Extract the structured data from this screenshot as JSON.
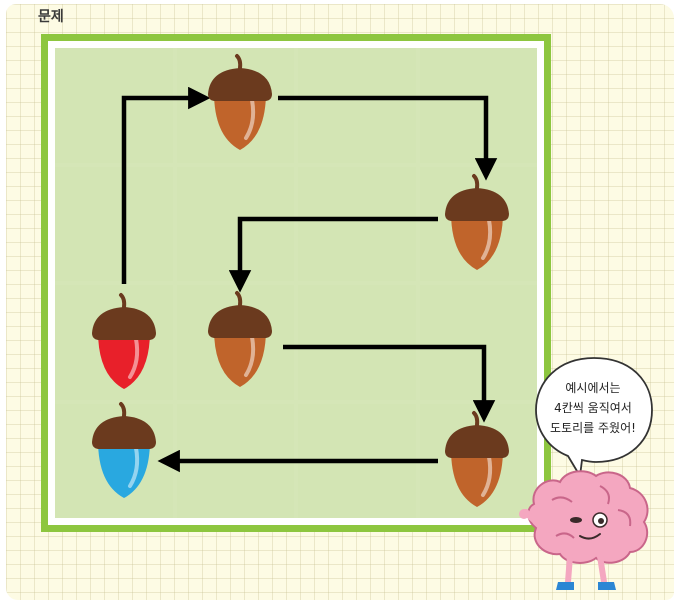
{
  "title": "문제",
  "speech": {
    "lines": [
      "예시에서는",
      "4칸씩 움직여서",
      "도토리를 주웠어!"
    ]
  },
  "grid": {
    "rows": 4,
    "cols": 4
  },
  "colors": {
    "frame": "#8dc63f",
    "cell": "#d3e5b4",
    "acorn_brown": "#c0642b",
    "acorn_red": "#e8202a",
    "acorn_blue": "#29a8e0",
    "cap": "#6b3a1e",
    "arrow": "#000000",
    "brain": "#f4a7c0"
  },
  "acorns": [
    {
      "name": "acorn-red-start",
      "row": 2,
      "col": 0,
      "color": "red"
    },
    {
      "name": "acorn-1",
      "row": 0,
      "col": 1,
      "color": "brown"
    },
    {
      "name": "acorn-2",
      "row": 1,
      "col": 3,
      "color": "brown"
    },
    {
      "name": "acorn-3",
      "row": 2,
      "col": 1,
      "color": "brown"
    },
    {
      "name": "acorn-4",
      "row": 3,
      "col": 3,
      "color": "brown"
    },
    {
      "name": "acorn-blue-end",
      "row": 3,
      "col": 0,
      "color": "blue"
    }
  ],
  "icons": [
    "acorn-icon",
    "path-arrow-icon",
    "brain-character-icon",
    "speech-bubble-icon"
  ]
}
